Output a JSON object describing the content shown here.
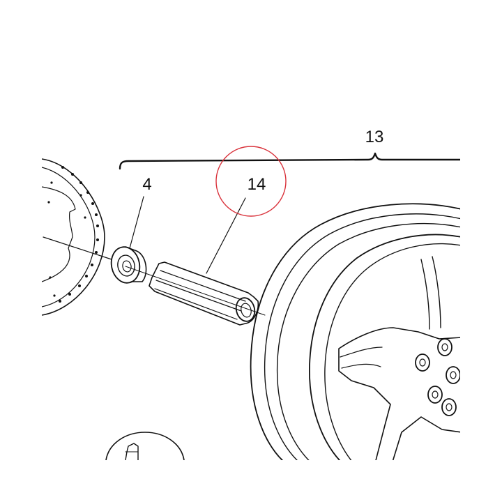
{
  "callouts": {
    "assembly": "13",
    "bearing": "4",
    "spacer": "14"
  },
  "colors": {
    "line": "#111111",
    "highlight": "#d9323b",
    "background": "#ffffff"
  }
}
